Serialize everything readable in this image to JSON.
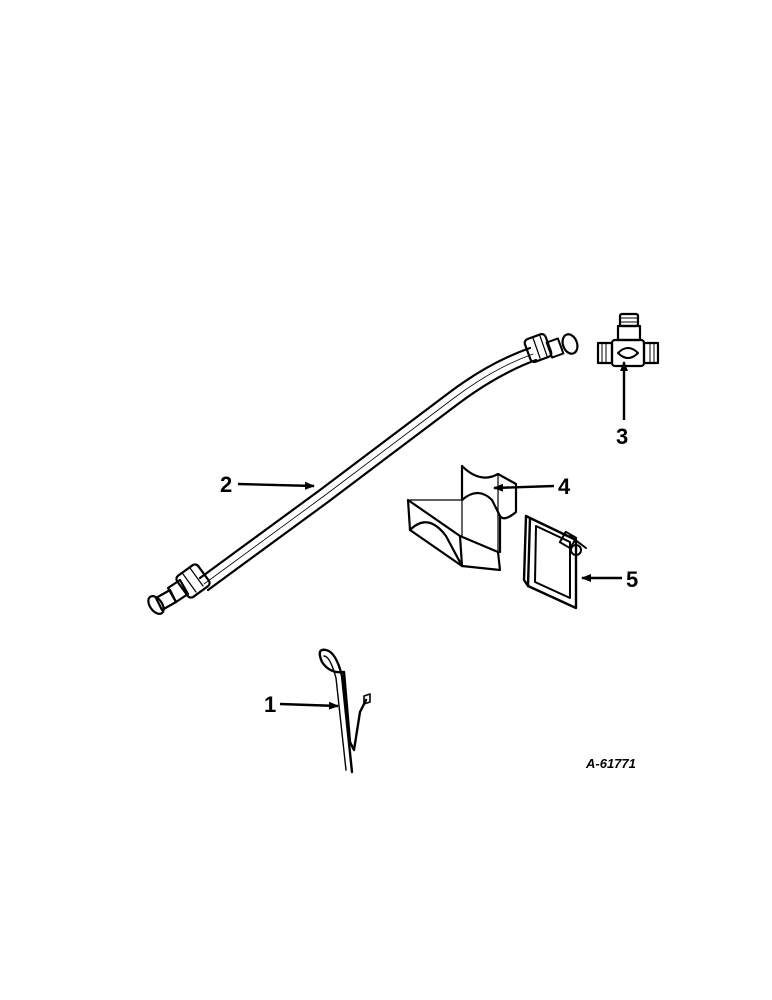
{
  "diagram": {
    "reference_code": "A-61771",
    "parts": [
      {
        "callout": "1",
        "name": "clip"
      },
      {
        "callout": "2",
        "name": "hose-assembly"
      },
      {
        "callout": "3",
        "name": "tee-fitting"
      },
      {
        "callout": "4",
        "name": "bracket"
      },
      {
        "callout": "5",
        "name": "strap-clamp"
      }
    ]
  }
}
